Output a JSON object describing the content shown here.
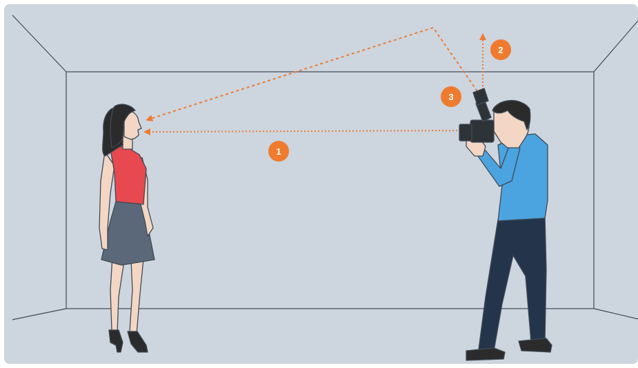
{
  "colors": {
    "wall": "#cdd5de",
    "line": "#3f4a55",
    "accent": "#ef7b2f",
    "skin": "#f3d6c4",
    "hair": "#2b2b2b",
    "top": "#e8484f",
    "skirt": "#5b6879",
    "shirt": "#4ba3df",
    "pants": "#24344a",
    "camera": "#2e3338"
  },
  "diagram": {
    "labels": [
      {
        "id": "direct-light",
        "text": "1"
      },
      {
        "id": "flash-up",
        "text": "2"
      },
      {
        "id": "flash-bounce",
        "text": "3"
      }
    ]
  }
}
